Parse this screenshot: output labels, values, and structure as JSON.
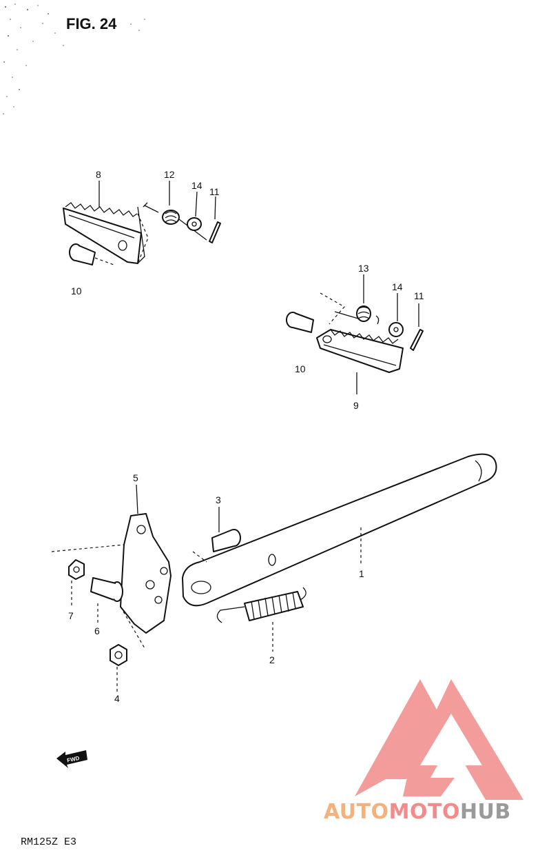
{
  "figure": {
    "title": "FIG. 24",
    "model_code": "RM125Z E3"
  },
  "callouts": [
    {
      "num": "8"
    },
    {
      "num": "12"
    },
    {
      "num": "14"
    },
    {
      "num": "11"
    },
    {
      "num": "10"
    },
    {
      "num": "13"
    },
    {
      "num": "14"
    },
    {
      "num": "11"
    },
    {
      "num": "10"
    },
    {
      "num": "9"
    },
    {
      "num": "5"
    },
    {
      "num": "3"
    },
    {
      "num": "1"
    },
    {
      "num": "7"
    },
    {
      "num": "6"
    },
    {
      "num": "2"
    },
    {
      "num": "4"
    }
  ],
  "forward_arrow": {
    "label": "FWD"
  },
  "watermark": {
    "segments": [
      {
        "text": "AUTO",
        "color": "#f3b27d"
      },
      {
        "text": "MOTO",
        "color": "#f28b8b"
      },
      {
        "text": "HUB",
        "color": "#9a9a9a"
      }
    ],
    "mark_color": "#f28b8b"
  }
}
